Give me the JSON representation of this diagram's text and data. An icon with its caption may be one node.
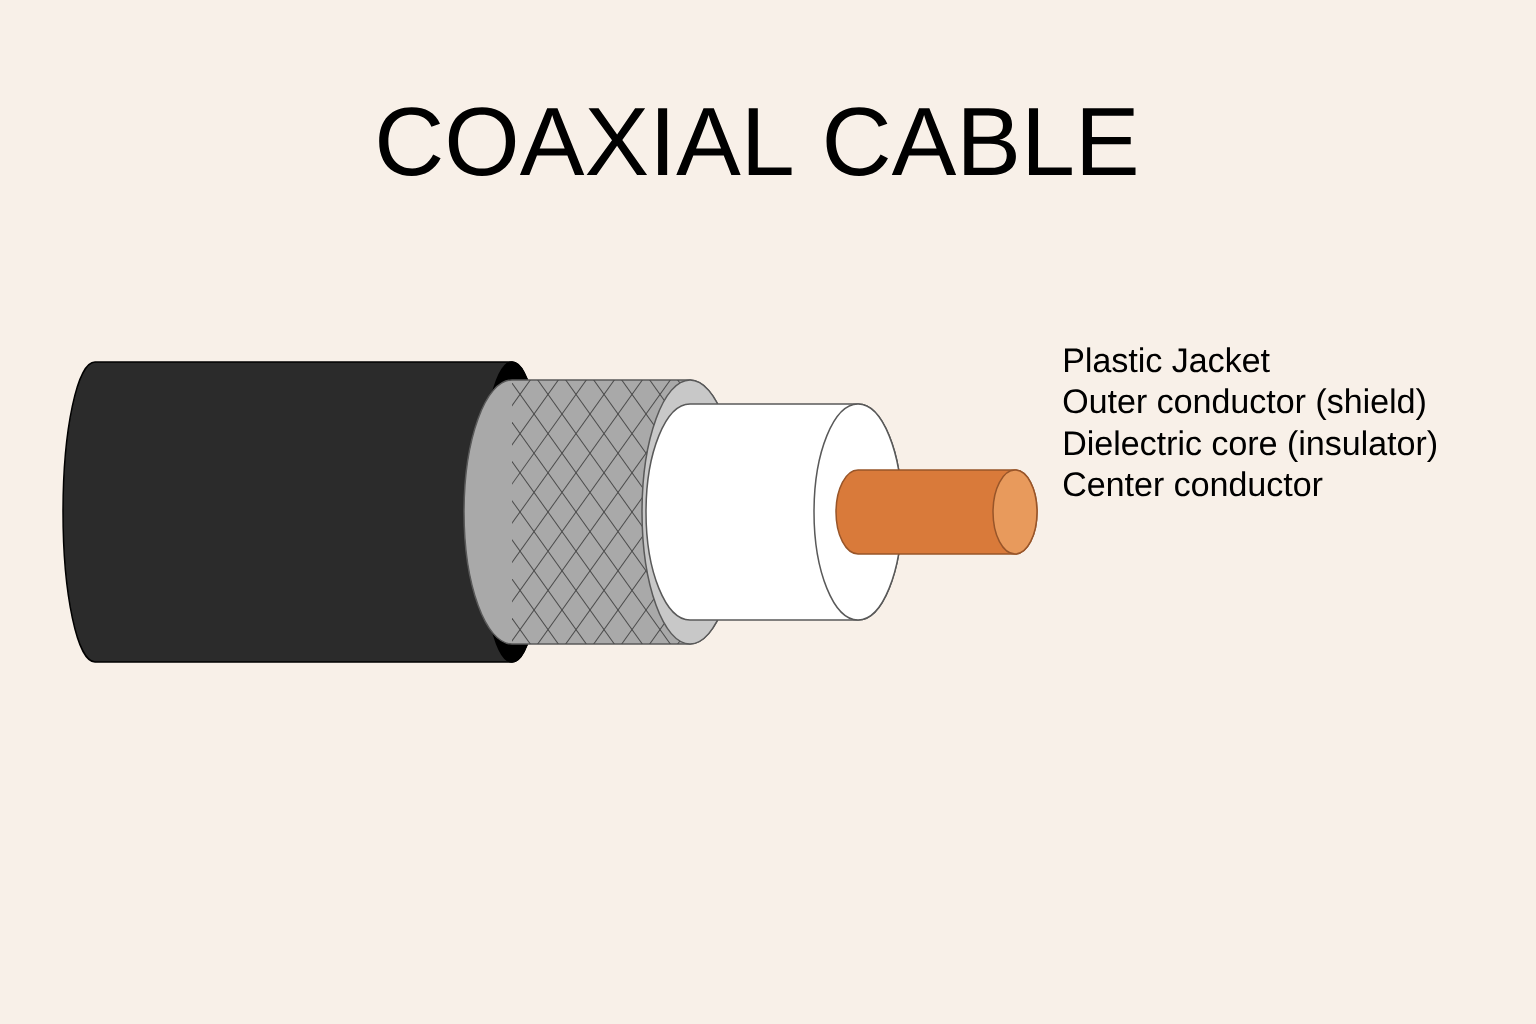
{
  "diagram": {
    "title": "COAXIAL CABLE",
    "labels": [
      "Plastic Jacket",
      "Outer conductor (shield)",
      "Dielectric core (insulator)",
      "Center conductor"
    ]
  }
}
